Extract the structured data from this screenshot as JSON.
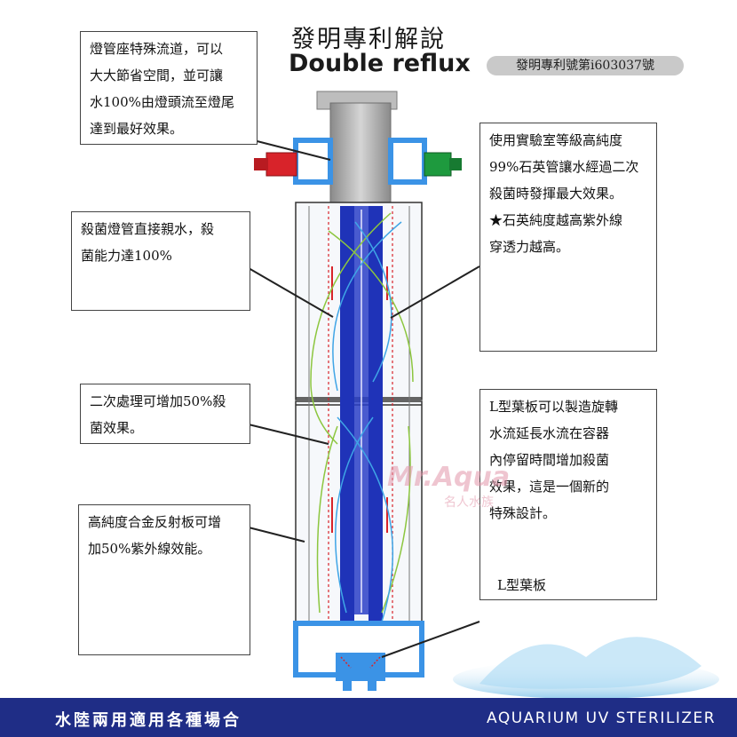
{
  "title": {
    "cn": "發明專利解說",
    "en": "Double reflux"
  },
  "patent_badge": "發明專利號第i603037號",
  "callouts": {
    "fixture": [
      "燈管座特殊流道，可以",
      "大大節省空間，並可讓",
      "水100%由燈頭流至燈尾",
      "達到最好效果。"
    ],
    "lamp": [
      "殺菌燈管直接親水，殺",
      "菌能力達100%"
    ],
    "quartz": [
      "使用實驗室等級高純度",
      "99%石英管讓水經過二次",
      "殺菌時發揮最大效果。",
      "★石英純度越高紫外線",
      "穿透力越高。"
    ],
    "second": [
      "二次處理可增加50%殺",
      "菌效果。"
    ],
    "impeller": [
      "L型葉板可以製造旋轉",
      "水流延長水流在容器",
      "內停留時間增加殺菌",
      "效果，這是一個新的",
      "特殊設計。"
    ],
    "reflector": [
      "高純度合金反射板可增",
      "加50%紫外線效能。"
    ]
  },
  "impeller_label": "L型葉板",
  "watermark": {
    "line1": "Mr.Aqua",
    "line2": "名人水族"
  },
  "footer": {
    "cn": "水陸兩用適用各種場合",
    "en": "AQUARIUM UV STERILIZER"
  },
  "colors": {
    "accent_blue": "#1f2d86",
    "tube_blue": "#1f33b8",
    "housing_blue": "#3b93e6",
    "inlet_red": "#d8232a",
    "outlet_green": "#1e9a3e"
  }
}
